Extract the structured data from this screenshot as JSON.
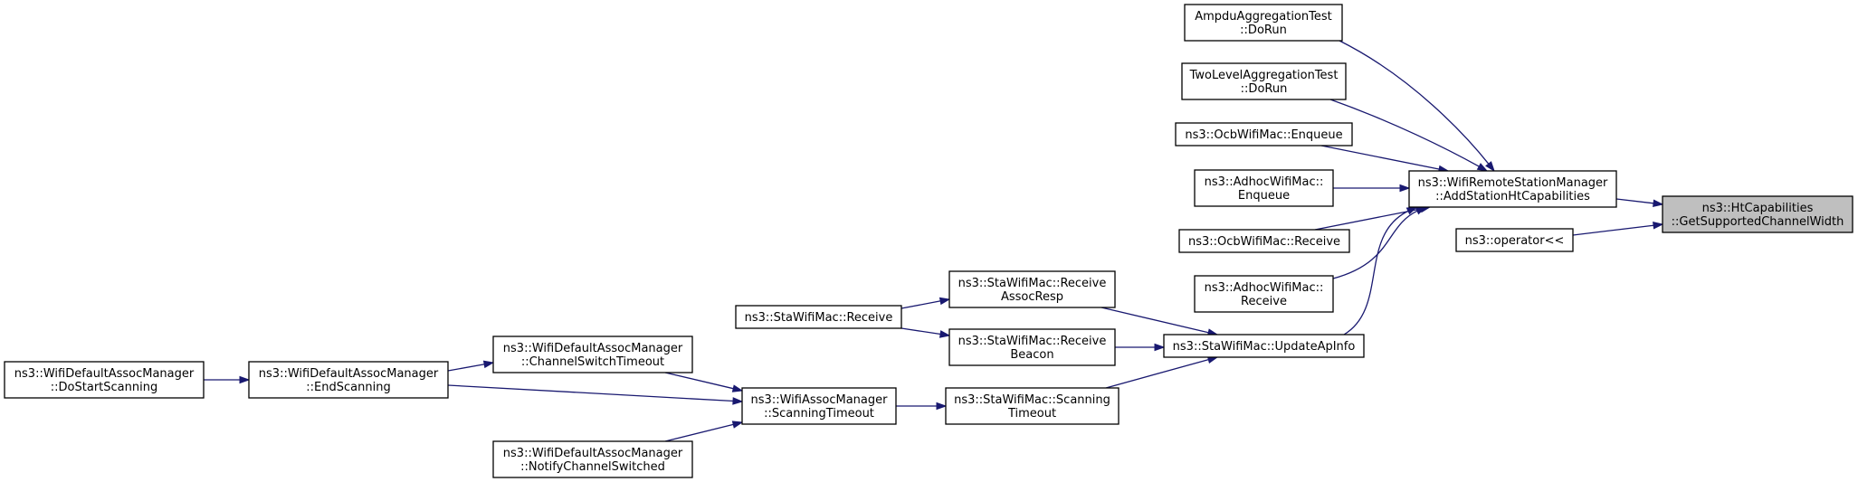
{
  "diagram": {
    "type": "call-graph",
    "nodes": [
      {
        "id": "root",
        "lines": [
          "ns3::HtCapabilities",
          "::GetSupportedChannelWidth"
        ],
        "highlight": true
      },
      {
        "id": "addsta",
        "lines": [
          "ns3::WifiRemoteStationManager",
          "::AddStationHtCapabilities"
        ]
      },
      {
        "id": "oplt",
        "lines": [
          "ns3::operator<<"
        ]
      },
      {
        "id": "ampdu",
        "lines": [
          "AmpduAggregationTest",
          "::DoRun"
        ]
      },
      {
        "id": "twolevel",
        "lines": [
          "TwoLevelAggregationTest",
          "::DoRun"
        ]
      },
      {
        "id": "ocbenq",
        "lines": [
          "ns3::OcbWifiMac::Enqueue"
        ]
      },
      {
        "id": "adhocenq",
        "lines": [
          "ns3::AdhocWifiMac::",
          "Enqueue"
        ]
      },
      {
        "id": "ocbrecv",
        "lines": [
          "ns3::OcbWifiMac::Receive"
        ]
      },
      {
        "id": "adhocrecv",
        "lines": [
          "ns3::AdhocWifiMac::",
          "Receive"
        ]
      },
      {
        "id": "updateap",
        "lines": [
          "ns3::StaWifiMac::UpdateApInfo"
        ]
      },
      {
        "id": "recvassoc",
        "lines": [
          "ns3::StaWifiMac::Receive",
          "AssocResp"
        ]
      },
      {
        "id": "recvbeacon",
        "lines": [
          "ns3::StaWifiMac::Receive",
          "Beacon"
        ]
      },
      {
        "id": "stascan",
        "lines": [
          "ns3::StaWifiMac::Scanning",
          "Timeout"
        ]
      },
      {
        "id": "starecv",
        "lines": [
          "ns3::StaWifiMac::Receive"
        ]
      },
      {
        "id": "scantimeout",
        "lines": [
          "ns3::WifiAssocManager",
          "::ScanningTimeout"
        ]
      },
      {
        "id": "chswitch",
        "lines": [
          "ns3::WifiDefaultAssocManager",
          "::ChannelSwitchTimeout"
        ]
      },
      {
        "id": "endscan",
        "lines": [
          "ns3::WifiDefaultAssocManager",
          "::EndScanning"
        ]
      },
      {
        "id": "notifych",
        "lines": [
          "ns3::WifiDefaultAssocManager",
          "::NotifyChannelSwitched"
        ]
      },
      {
        "id": "dostart",
        "lines": [
          "ns3::WifiDefaultAssocManager",
          "::DoStartScanning"
        ]
      }
    ],
    "edges": [
      {
        "from": "addsta",
        "to": "root"
      },
      {
        "from": "oplt",
        "to": "root"
      },
      {
        "from": "ampdu",
        "to": "addsta"
      },
      {
        "from": "twolevel",
        "to": "addsta"
      },
      {
        "from": "ocbenq",
        "to": "addsta"
      },
      {
        "from": "adhocenq",
        "to": "addsta"
      },
      {
        "from": "ocbrecv",
        "to": "addsta"
      },
      {
        "from": "adhocrecv",
        "to": "addsta"
      },
      {
        "from": "updateap",
        "to": "addsta"
      },
      {
        "from": "recvassoc",
        "to": "updateap"
      },
      {
        "from": "recvbeacon",
        "to": "updateap"
      },
      {
        "from": "stascan",
        "to": "updateap"
      },
      {
        "from": "starecv",
        "to": "recvassoc"
      },
      {
        "from": "starecv",
        "to": "recvbeacon"
      },
      {
        "from": "scantimeout",
        "to": "stascan"
      },
      {
        "from": "chswitch",
        "to": "scantimeout"
      },
      {
        "from": "endscan",
        "to": "scantimeout"
      },
      {
        "from": "notifych",
        "to": "scantimeout"
      },
      {
        "from": "endscan",
        "to": "chswitch"
      },
      {
        "from": "dostart",
        "to": "endscan"
      }
    ],
    "colors": {
      "edge": "#191970",
      "node_border": "#000000",
      "node_fill": "#ffffff",
      "highlight_fill": "#bfbfbf"
    }
  }
}
